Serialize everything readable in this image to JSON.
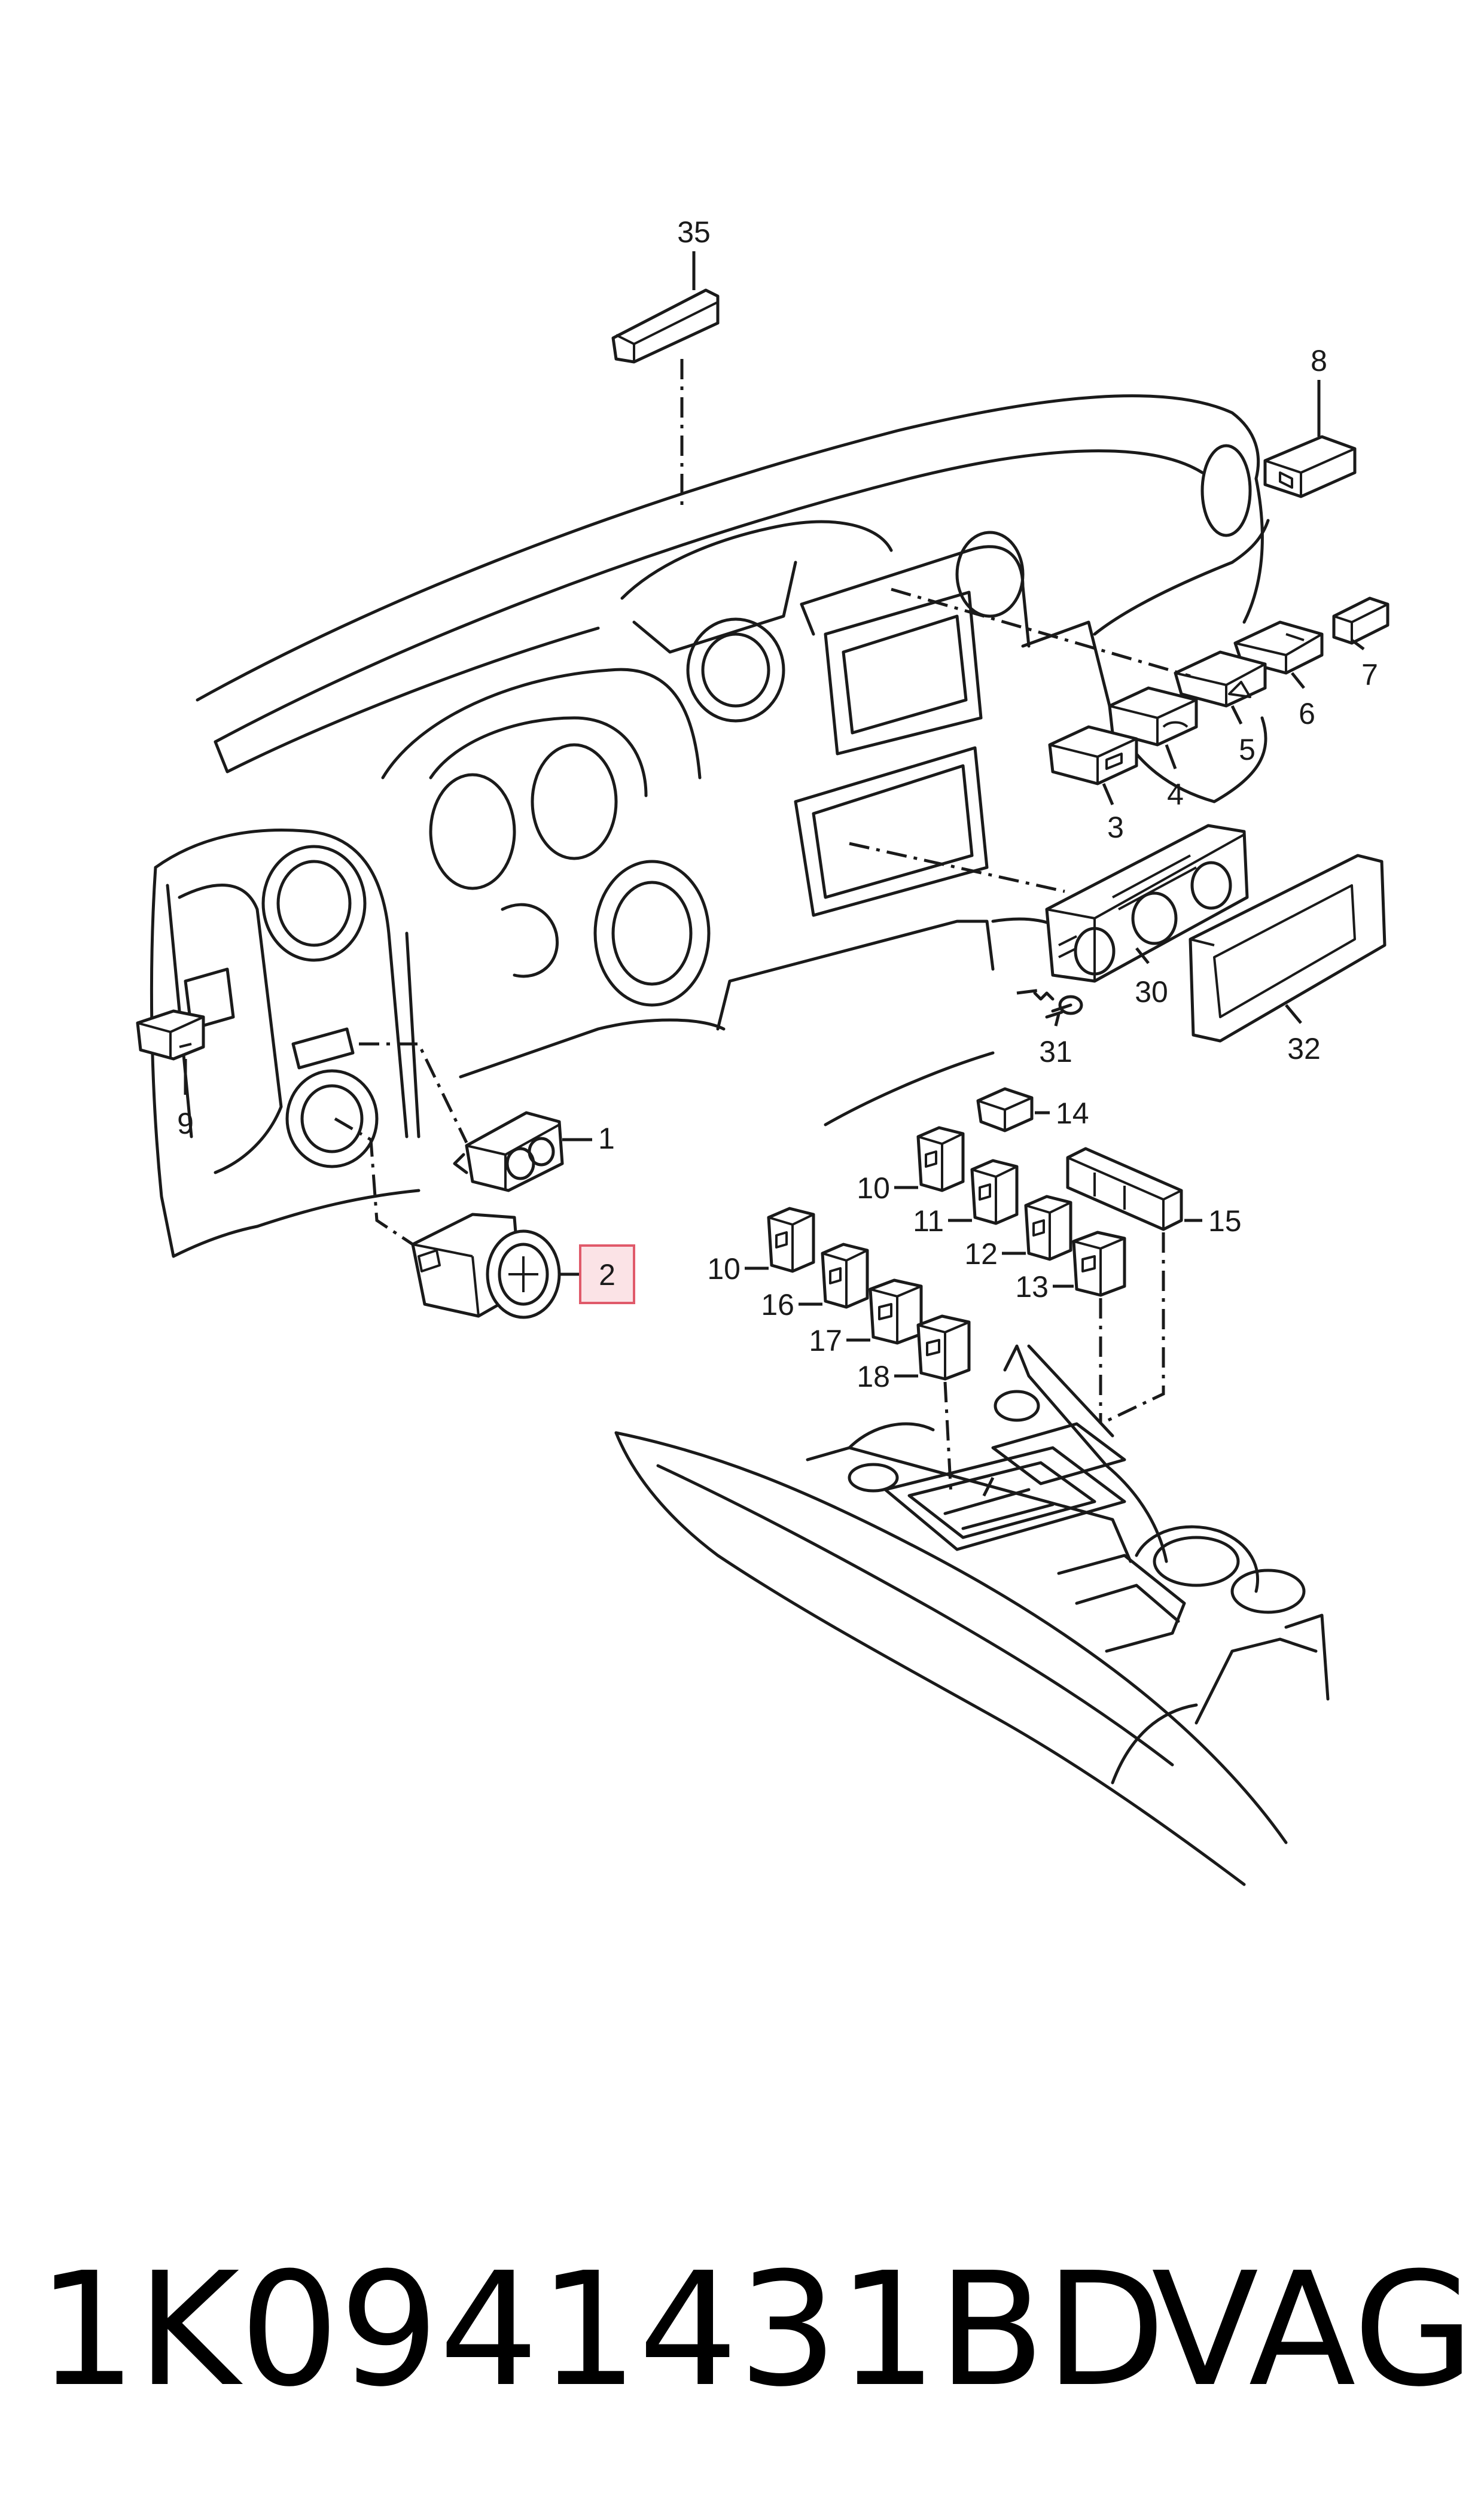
{
  "diagram": {
    "callouts": [
      {
        "id": "c35",
        "label": "35"
      },
      {
        "id": "c8",
        "label": "8"
      },
      {
        "id": "c7",
        "label": "7"
      },
      {
        "id": "c6",
        "label": "6"
      },
      {
        "id": "c5",
        "label": "5"
      },
      {
        "id": "c4",
        "label": "4"
      },
      {
        "id": "c3",
        "label": "3"
      },
      {
        "id": "c30",
        "label": "30"
      },
      {
        "id": "c31",
        "label": "31"
      },
      {
        "id": "c32",
        "label": "32"
      },
      {
        "id": "c9",
        "label": "9"
      },
      {
        "id": "c1",
        "label": "1"
      },
      {
        "id": "c2",
        "label": "2"
      },
      {
        "id": "c14",
        "label": "14"
      },
      {
        "id": "c10a",
        "label": "10"
      },
      {
        "id": "c11",
        "label": "11"
      },
      {
        "id": "c12",
        "label": "12"
      },
      {
        "id": "c13",
        "label": "13"
      },
      {
        "id": "c15",
        "label": "15"
      },
      {
        "id": "c10b",
        "label": "10"
      },
      {
        "id": "c16",
        "label": "16"
      },
      {
        "id": "c17",
        "label": "17"
      },
      {
        "id": "c18",
        "label": "18"
      }
    ],
    "highlighted_callout": "2",
    "highlight_color": "#fbe3e6",
    "highlight_border_color": "#e05a6a"
  },
  "footer": {
    "part_number": "1K0941431BD",
    "brand": "VAG"
  }
}
